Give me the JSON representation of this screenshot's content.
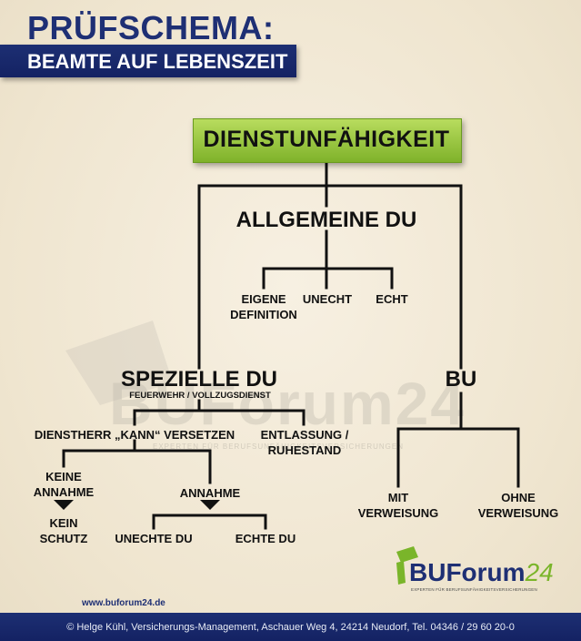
{
  "header": {
    "title": "PRÜFSCHEMA:",
    "subtitle": "BEAMTE AUF LEBENSZEIT"
  },
  "nodes": {
    "root": "DIENSTUNFÄHIGKEIT",
    "allgemeine": "ALLGEMEINE DU",
    "eigene_line1": "EIGENE",
    "eigene_line2": "DEFINITION",
    "unecht": "UNECHT",
    "echt": "ECHT",
    "spezielle": "SPEZIELLE DU",
    "spezielle_note": "FEUERWEHR / VOLLZUGSDIENST",
    "bu": "BU",
    "dienstherr": "DIENSTHERR „KANN“ VERSETZEN",
    "entlassung_line1": "ENTLASSUNG /",
    "entlassung_line2": "RUHESTAND",
    "keine_line1": "KEINE",
    "keine_line2": "ANNAHME",
    "annahme": "ANNAHME",
    "kein_line1": "KEIN",
    "kein_line2": "SCHUTZ",
    "unechte_du": "UNECHTE DU",
    "echte_du": "ECHTE DU",
    "mit_line1": "MIT",
    "mit_line2": "VERWEISUNG",
    "ohne_line1": "OHNE",
    "ohne_line2": "VERWEISUNG"
  },
  "watermark": {
    "text": "BUForum24",
    "tagline": "EXPERTEN FÜR BERUFSUNFÄHIGKEITSVERSICHERUNGEN"
  },
  "logo": {
    "brand_bu": "BU",
    "brand_forum": "Forum",
    "brand_num": "24",
    "tagline": "EXPERTEN FÜR BERUFSUNFÄHIGKEITSVERSICHERUNGEN"
  },
  "footer": {
    "website": "www.buforum24.de",
    "copyright": "© Helge Kühl, Versicherungs-Management, Aschauer Weg 4, 24214 Neudorf, Tel. 04346 / 29 60 20-0"
  },
  "colors": {
    "navy": "#1e2f74",
    "green": "#8cc63f",
    "background": "#f3ebd9"
  }
}
